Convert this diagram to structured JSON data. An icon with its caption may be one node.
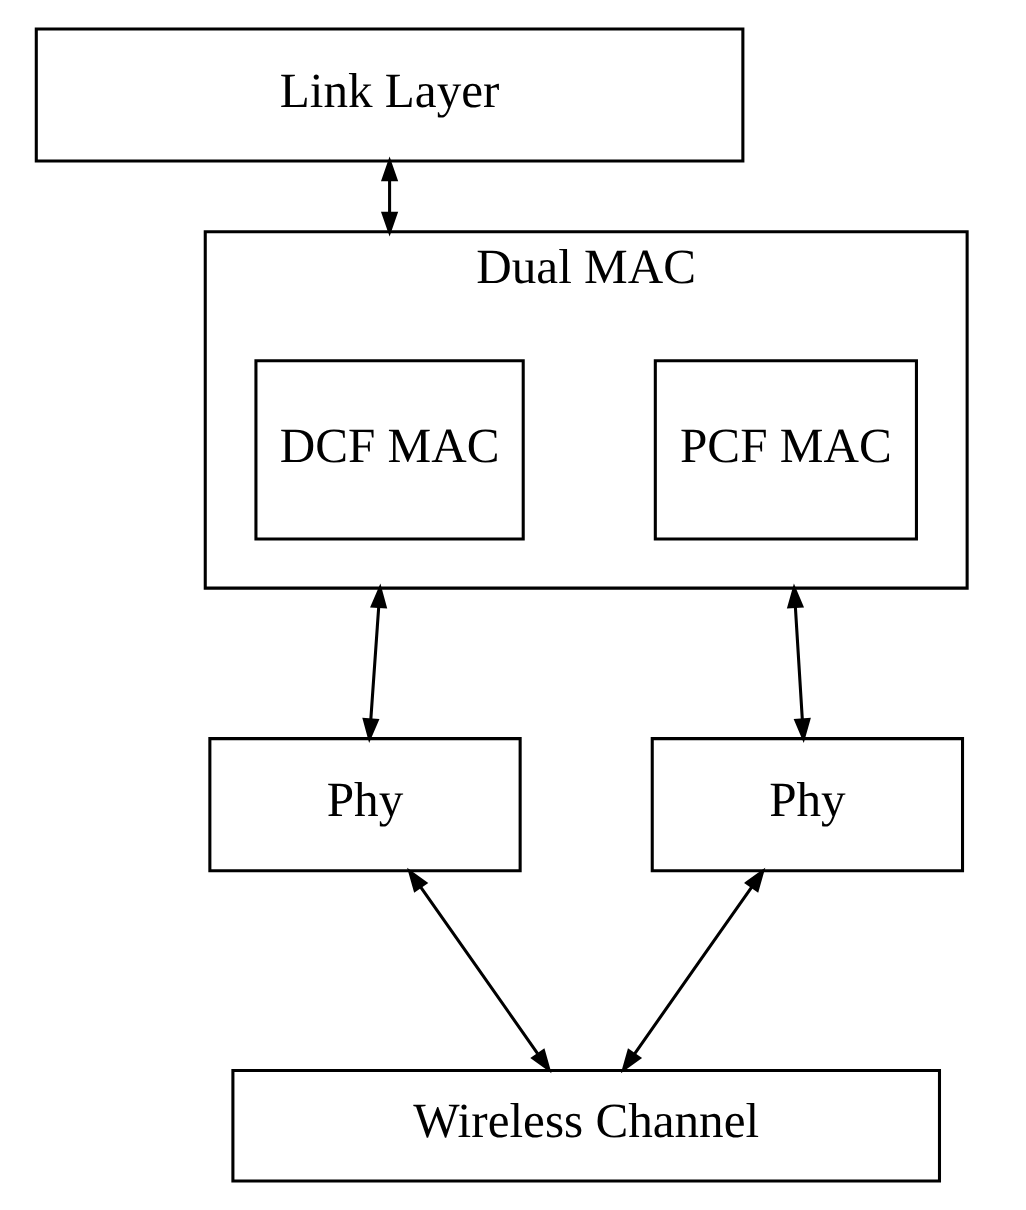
{
  "diagram": {
    "nodes": [
      {
        "text": [
          "Link Layer"
        ]
      },
      {
        "text": [
          "Dual MAC"
        ]
      },
      {
        "text": [
          "DCF MAC"
        ],
        "in": 1
      },
      {
        "text": [
          "PCF MAC"
        ],
        "in": 1
      },
      {
        "text": [
          "Phy"
        ]
      },
      {
        "text": [
          "Phy"
        ]
      },
      {
        "text": [
          "Wireless Channel"
        ]
      }
    ],
    "edges": [
      {
        "from": 0,
        "to": 1,
        "arrow": "both"
      },
      {
        "from": 1,
        "to": 4,
        "arrow": "both"
      },
      {
        "from": 1,
        "to": 5,
        "arrow": "both"
      },
      {
        "from": 4,
        "to": 6,
        "arrow": "both"
      },
      {
        "from": 5,
        "to": 6,
        "arrow": "both"
      }
    ]
  }
}
